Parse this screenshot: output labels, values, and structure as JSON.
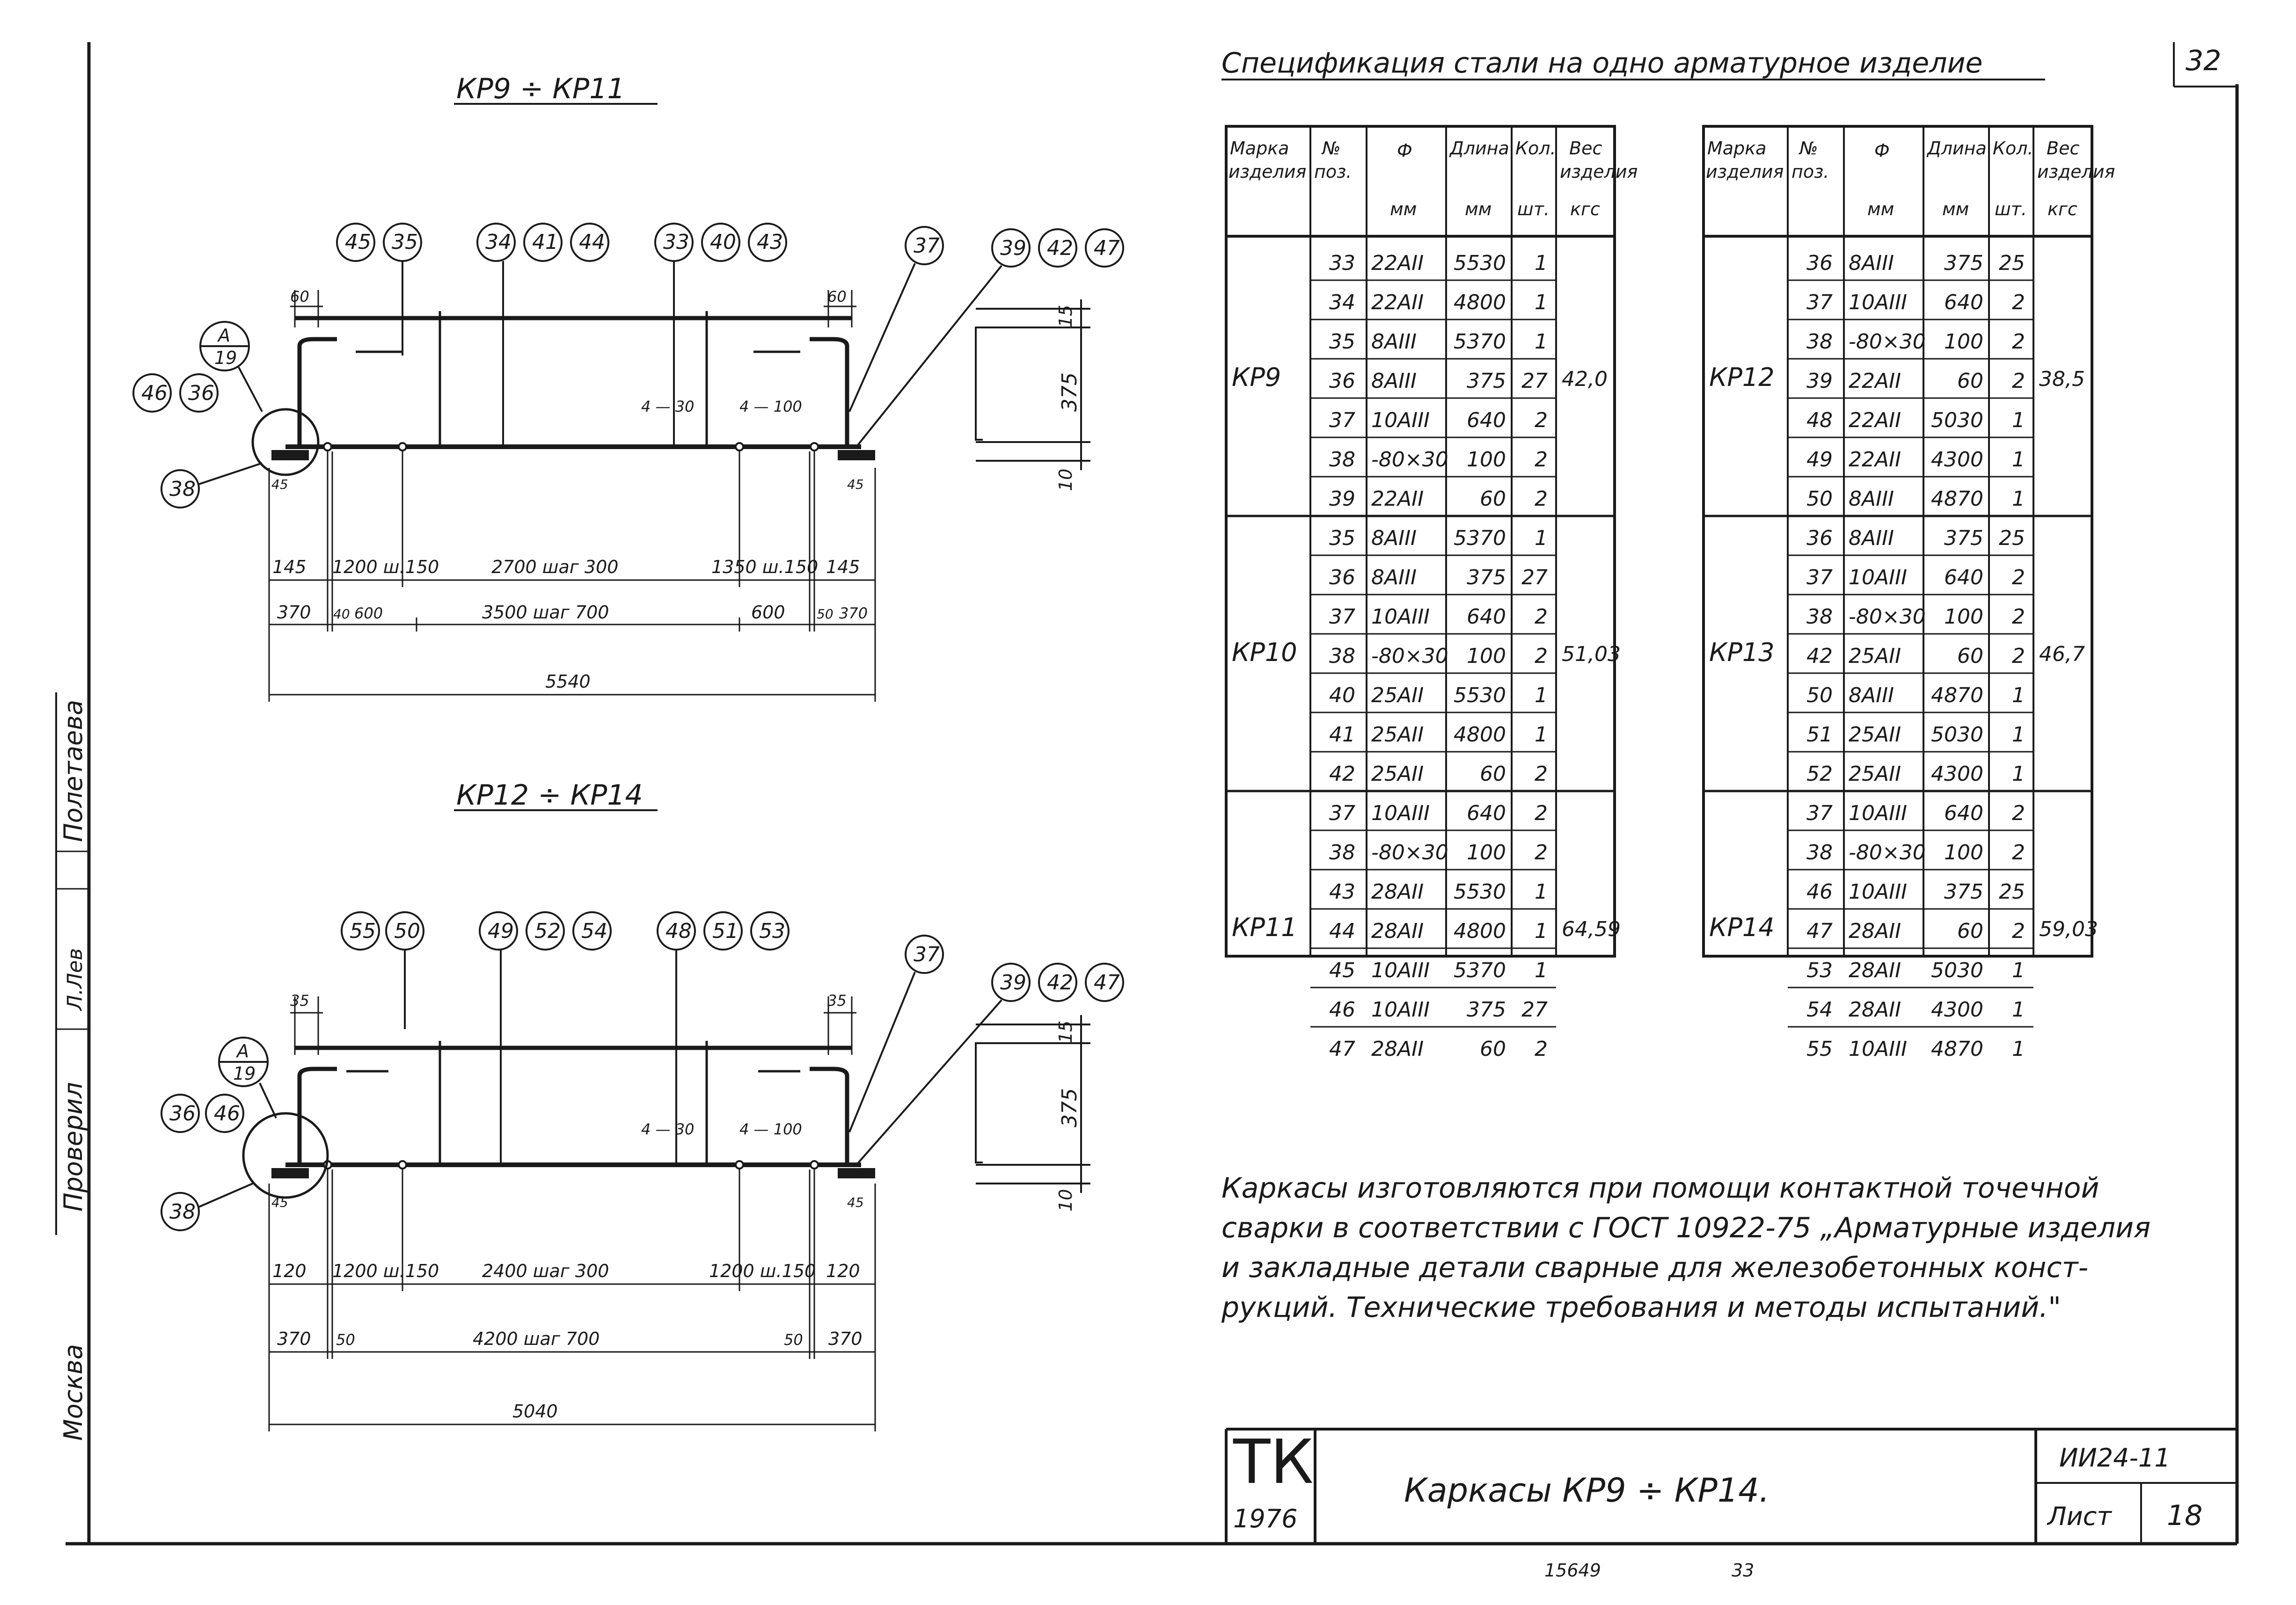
{
  "sheet_no_top": "32",
  "drawing1": {
    "title": "КР9 ÷ КР11",
    "pos_a": [
      "45",
      "35"
    ],
    "pos_b": [
      "34",
      "41",
      "44"
    ],
    "pos_c": [
      "33",
      "40",
      "43"
    ],
    "pos_d": "37",
    "pos_e": [
      "39",
      "42",
      "47"
    ],
    "pos_f": [
      "46",
      "36"
    ],
    "pos_g": "38",
    "node_num": "А",
    "node_den": "19",
    "w1": "4 — 30",
    "w2": "4 — 100",
    "d_top_left": "60",
    "d_top_right": "60",
    "d_sup_left": "45",
    "d_sup_right": "45",
    "r1": [
      "145",
      "1200 ш.150",
      "2700 шаг 300",
      "1350 ш.150",
      "145"
    ],
    "r2": [
      "370",
      "40",
      "600",
      "3500 шаг 700",
      "600",
      "50",
      "370"
    ],
    "total": "5540"
  },
  "drawing2": {
    "title": "КР12 ÷ КР14",
    "pos_a": [
      "55",
      "50"
    ],
    "pos_b": [
      "49",
      "52",
      "54"
    ],
    "pos_c": [
      "48",
      "51",
      "53"
    ],
    "pos_d": "37",
    "pos_e": [
      "39",
      "42",
      "47"
    ],
    "pos_f": [
      "36",
      "46"
    ],
    "pos_g": "38",
    "node_num": "А",
    "node_den": "19",
    "w1": "4 — 30",
    "w2": "4 — 100",
    "d_top_left": "35",
    "d_top_right": "35",
    "d_sup_left": "45",
    "d_sup_right": "45",
    "r1": [
      "120",
      "1200 ш.150",
      "2400 шаг 300",
      "1200 ш.150",
      "120"
    ],
    "r2": [
      "370",
      "50",
      "4200 шаг 700",
      "50",
      "370"
    ],
    "total": "5040"
  },
  "section": {
    "top": "15",
    "height": "375",
    "bottom": "10"
  },
  "spec_title": "Спецификация стали на одно арматурное изделие",
  "spec_headers": {
    "mark": [
      "Марка",
      "изделия"
    ],
    "pos": [
      "№",
      "поз."
    ],
    "dia": [
      "Ф",
      "мм"
    ],
    "len": [
      "Длина",
      "мм"
    ],
    "qty": [
      "Кол.",
      "шт."
    ],
    "wt": [
      "Вес",
      "изделия",
      "кгс"
    ]
  },
  "spec_left": [
    {
      "mark": "КР9",
      "weight": "42,0",
      "rows": [
        [
          "33",
          "22АII",
          "5530",
          "1"
        ],
        [
          "34",
          "22АII",
          "4800",
          "1"
        ],
        [
          "35",
          "8АIII",
          "5370",
          "1"
        ],
        [
          "36",
          "8АIII",
          "375",
          "27"
        ],
        [
          "37",
          "10АIII",
          "640",
          "2"
        ],
        [
          "38",
          "-80×30",
          "100",
          "2"
        ],
        [
          "39",
          "22АII",
          "60",
          "2"
        ]
      ]
    },
    {
      "mark": "КР10",
      "weight": "51,03",
      "rows": [
        [
          "35",
          "8АIII",
          "5370",
          "1"
        ],
        [
          "36",
          "8АIII",
          "375",
          "27"
        ],
        [
          "37",
          "10АIII",
          "640",
          "2"
        ],
        [
          "38",
          "-80×30",
          "100",
          "2"
        ],
        [
          "40",
          "25АII",
          "5530",
          "1"
        ],
        [
          "41",
          "25АII",
          "4800",
          "1"
        ],
        [
          "42",
          "25АII",
          "60",
          "2"
        ]
      ]
    },
    {
      "mark": "КР11",
      "weight": "64,59",
      "rows": [
        [
          "37",
          "10АIII",
          "640",
          "2"
        ],
        [
          "38",
          "-80×30",
          "100",
          "2"
        ],
        [
          "43",
          "28АII",
          "5530",
          "1"
        ],
        [
          "44",
          "28АII",
          "4800",
          "1"
        ],
        [
          "45",
          "10АIII",
          "5370",
          "1"
        ],
        [
          "46",
          "10АIII",
          "375",
          "27"
        ],
        [
          "47",
          "28АII",
          "60",
          "2"
        ]
      ]
    }
  ],
  "spec_right": [
    {
      "mark": "КР12",
      "weight": "38,5",
      "rows": [
        [
          "36",
          "8АIII",
          "375",
          "25"
        ],
        [
          "37",
          "10АIII",
          "640",
          "2"
        ],
        [
          "38",
          "-80×30",
          "100",
          "2"
        ],
        [
          "39",
          "22АII",
          "60",
          "2"
        ],
        [
          "48",
          "22АII",
          "5030",
          "1"
        ],
        [
          "49",
          "22АII",
          "4300",
          "1"
        ],
        [
          "50",
          "8АIII",
          "4870",
          "1"
        ]
      ]
    },
    {
      "mark": "КР13",
      "weight": "46,7",
      "rows": [
        [
          "36",
          "8АIII",
          "375",
          "25"
        ],
        [
          "37",
          "10АIII",
          "640",
          "2"
        ],
        [
          "38",
          "-80×30",
          "100",
          "2"
        ],
        [
          "42",
          "25АII",
          "60",
          "2"
        ],
        [
          "50",
          "8АIII",
          "4870",
          "1"
        ],
        [
          "51",
          "25АII",
          "5030",
          "1"
        ],
        [
          "52",
          "25АII",
          "4300",
          "1"
        ]
      ]
    },
    {
      "mark": "КР14",
      "weight": "59,03",
      "rows": [
        [
          "37",
          "10АIII",
          "640",
          "2"
        ],
        [
          "38",
          "-80×30",
          "100",
          "2"
        ],
        [
          "46",
          "10АIII",
          "375",
          "25"
        ],
        [
          "47",
          "28АII",
          "60",
          "2"
        ],
        [
          "53",
          "28АII",
          "5030",
          "1"
        ],
        [
          "54",
          "28АII",
          "4300",
          "1"
        ],
        [
          "55",
          "10АIII",
          "4870",
          "1"
        ]
      ]
    }
  ],
  "note": [
    "Каркасы изготовляются при помощи контактной точечной",
    "сварки в соответствии с ГОСТ 10922-75 „Арматурные изделия",
    "и закладные детали сварные для железобетонных конст-",
    "рукций. Технические требования и методы испытаний.\""
  ],
  "stamp": {
    "logo": "ТК",
    "year": "1976",
    "title": "Каркасы КР9 ÷ КР14.",
    "code": "ИИ24-11",
    "sheet_label": "Лист",
    "sheet": "18"
  },
  "side_labels": {
    "checked": "Проверил",
    "signature": "Л.Лев",
    "surname": "Полетаева",
    "city": "Москва"
  },
  "footer": {
    "order": "15649",
    "page": "33"
  }
}
